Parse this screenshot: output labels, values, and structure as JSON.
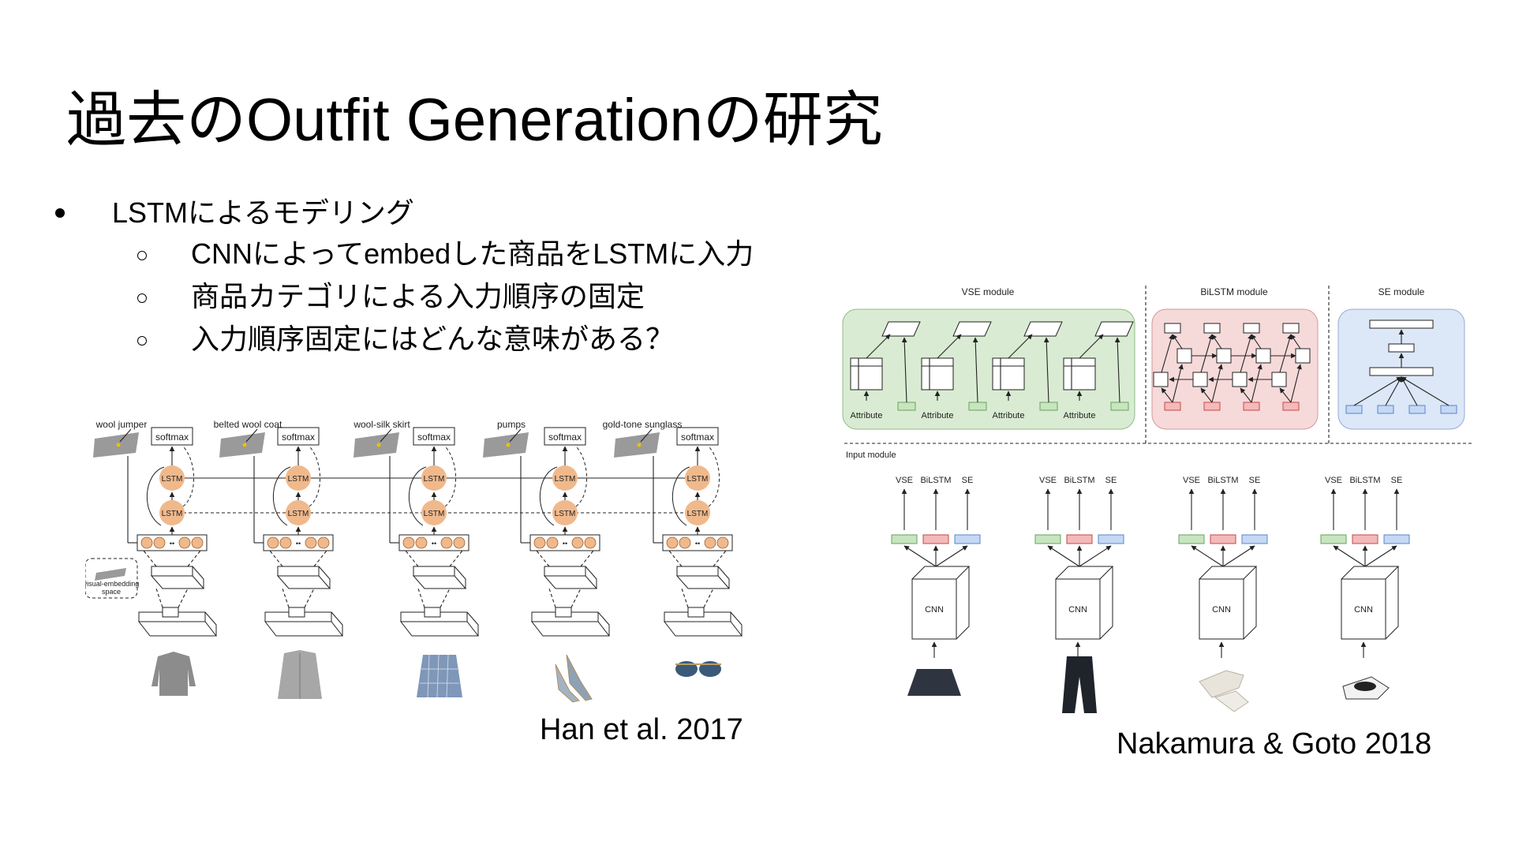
{
  "slide": {
    "title": "過去のOutfit Generationの研究",
    "bullet": "LSTMによるモデリング",
    "subbullets": [
      "CNNによってembedした商品をLSTMに入力",
      "商品カテゴリによる入力順序の固定",
      "入力順序固定にはどんな意味がある？"
    ],
    "caption_left": "Han et al. 2017",
    "caption_right": "Nakamura & Goto 2018"
  },
  "han_figure": {
    "items": [
      "wool jumper",
      "belted wool coat",
      "wool-silk skirt",
      "pumps",
      "gold-tone sunglass"
    ],
    "softmax_label": "softmax",
    "lstm_label": "LSTM",
    "embedding_label_1": "visual-embedding",
    "embedding_label_2": "space"
  },
  "nakamura_figure": {
    "module_titles": [
      "VSE module",
      "BiLSTM module",
      "SE module"
    ],
    "input_module_label": "Input module",
    "attribute_label": "Attribute",
    "head_labels": [
      "VSE",
      "BiLSTM",
      "SE"
    ],
    "cnn_label": "CNN",
    "colors": {
      "vse": "#d9ecd3",
      "bilstm": "#f6d9d9",
      "se": "#dce7f7"
    }
  }
}
